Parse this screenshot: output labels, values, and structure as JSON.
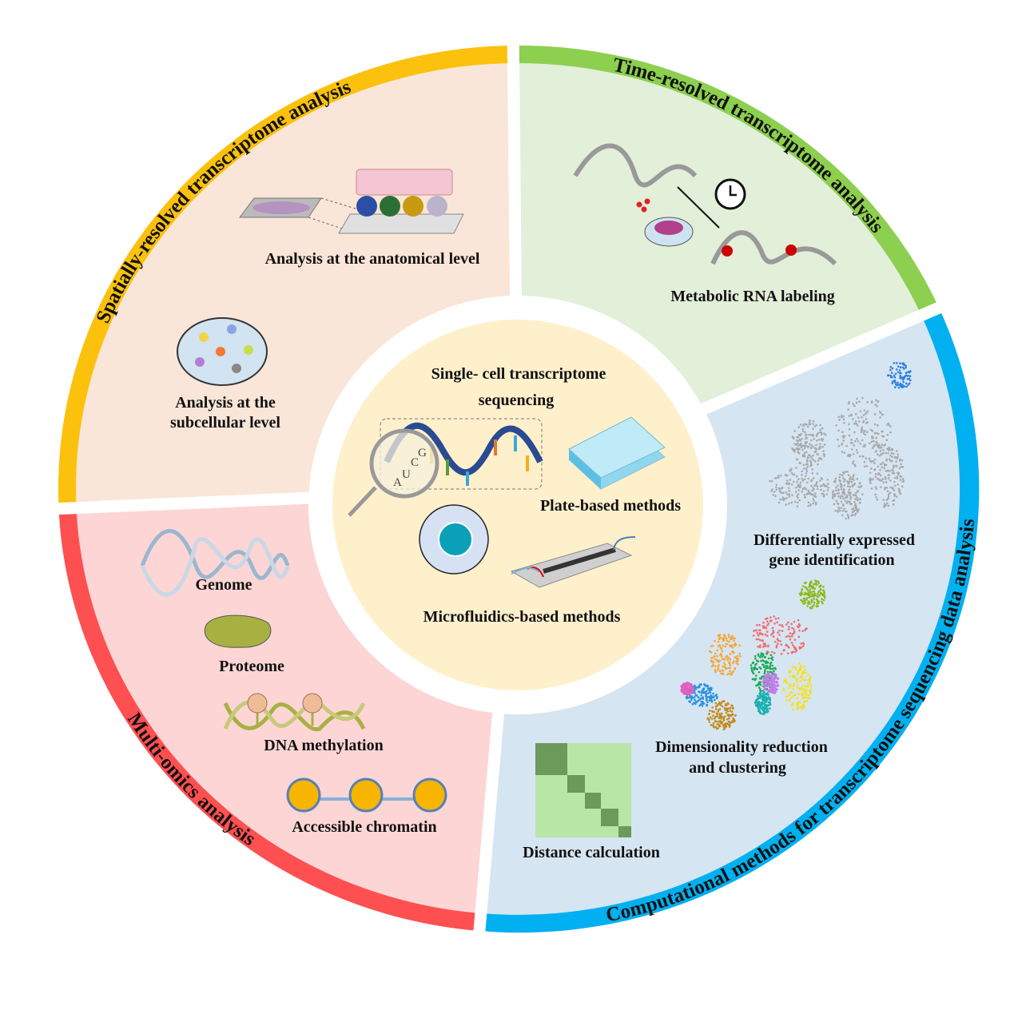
{
  "colors": {
    "spatial_ring": "#fcc10d",
    "spatial_fill": "#fae6d8",
    "time_ring": "#8dcf4f",
    "time_fill": "#e2efd9",
    "comp_ring": "#00b0f0",
    "comp_fill": "#d6e5f2",
    "omics_ring": "#fe5050",
    "omics_fill": "#fdd5d5",
    "center_fill": "#fff0cc"
  },
  "center": {
    "title_line1": "Single- cell transcriptome",
    "title_line2": "sequencing",
    "nucleotides": [
      "A",
      "U",
      "C",
      "G"
    ],
    "plate": "Plate-based methods",
    "microfluidics": "Microfluidics-based methods"
  },
  "spatial": {
    "title": "Spatially-resolved transcriptome analysis",
    "anatomical": "Analysis at the anatomical level",
    "subcellular_line1": "Analysis at the",
    "subcellular_line2": "subcellular level"
  },
  "time": {
    "title": "Time-resolved transcriptome analysis",
    "metabolic": "Metabolic RNA labeling"
  },
  "computational": {
    "title": "Computational methods for transcriptome sequencing data analysis",
    "deg_line1": "Differentially expressed",
    "deg_line2": "gene identification",
    "dimred_line1": "Dimensionality reduction",
    "dimred_line2": "and clustering",
    "distance": "Distance calculation"
  },
  "omics": {
    "title": "Multi-omics analysis",
    "genome": "Genome",
    "proteome": "Proteome",
    "methylation": "DNA methylation",
    "chromatin": "Accessible chromatin"
  }
}
